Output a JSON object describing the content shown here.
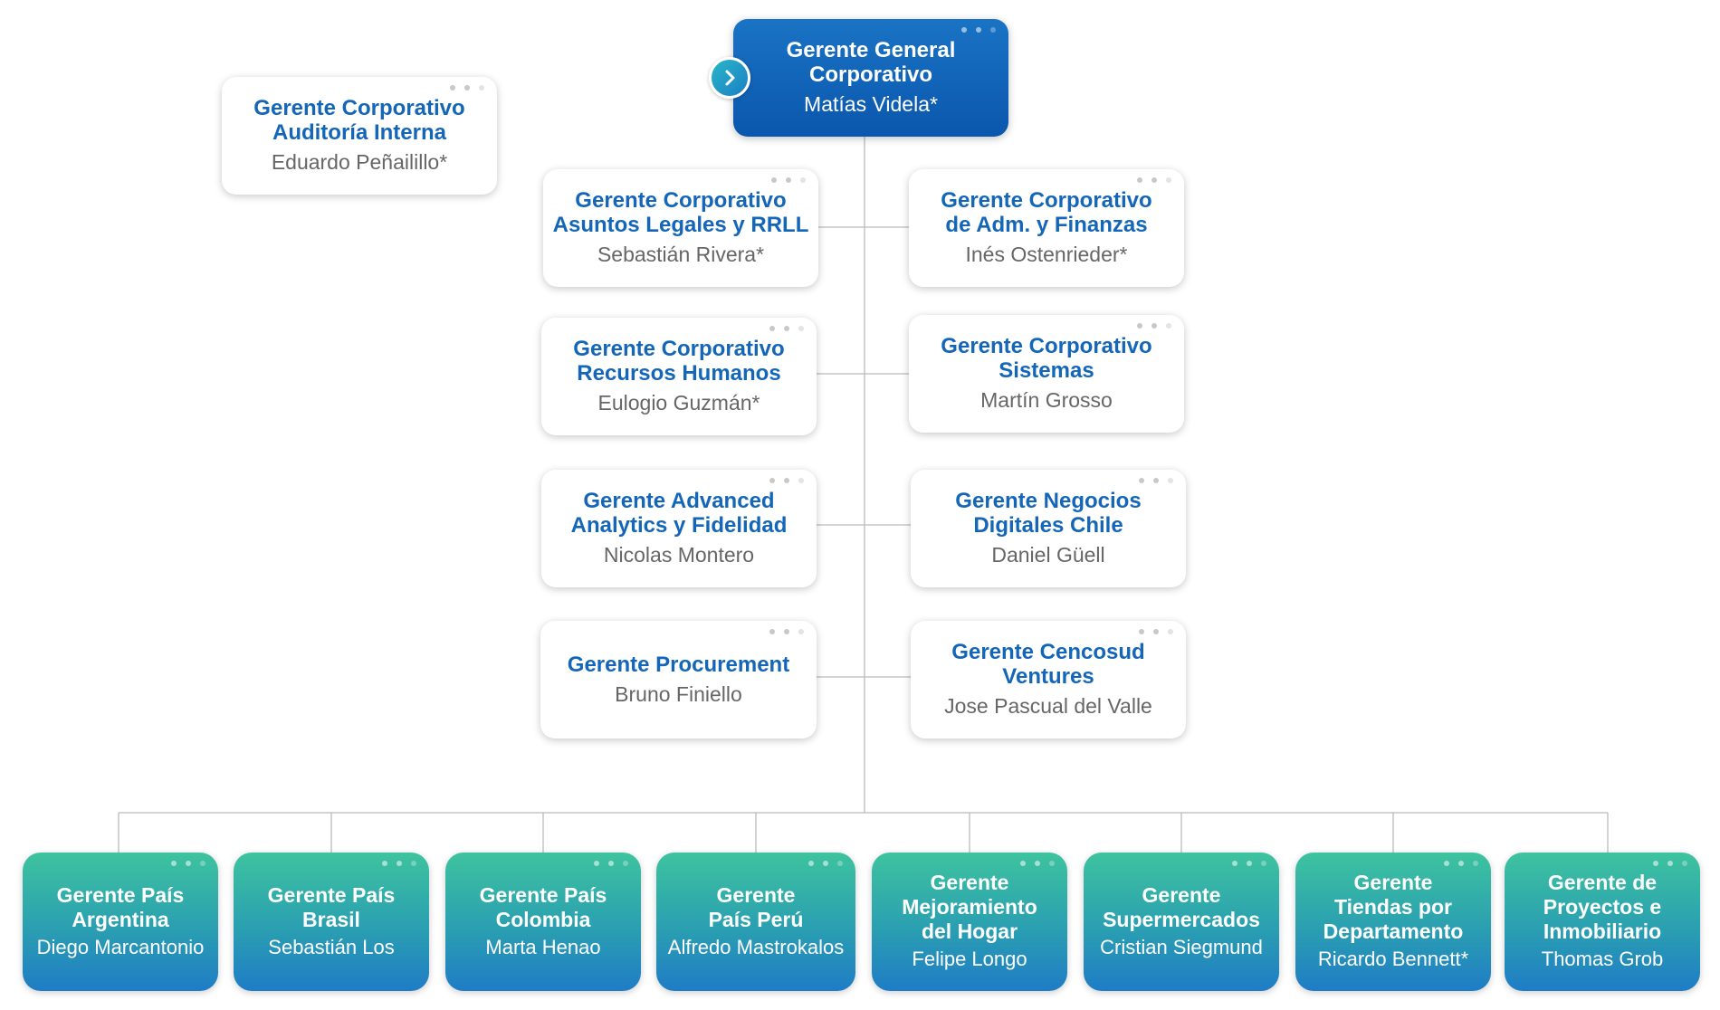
{
  "colors": {
    "title_blue": "#1466b8",
    "top_gradient": [
      "#1a73c4",
      "#0a57ad"
    ],
    "country_gradient": [
      "#3ec39f",
      "#2a9fb1",
      "#1f7cc6"
    ],
    "connector": "#bbbbbb"
  },
  "expand_icon": "chevron-right-icon",
  "top": {
    "title": "Gerente General\nCorporativo",
    "name": "Matías Videla*"
  },
  "audit": {
    "title": "Gerente Corporativo\nAuditoría Interna",
    "name": "Eduardo Peñailillo*"
  },
  "left_column": [
    {
      "title": "Gerente Corporativo\nAsuntos Legales y RRLL",
      "name": "Sebastián Rivera*"
    },
    {
      "title": "Gerente Corporativo\nRecursos Humanos",
      "name": "Eulogio Guzmán*"
    },
    {
      "title": "Gerente Advanced\nAnalytics y Fidelidad",
      "name": "Nicolas Montero"
    },
    {
      "title": "Gerente Procurement",
      "name": "Bruno Finiello"
    }
  ],
  "right_column": [
    {
      "title": "Gerente Corporativo\nde Adm. y Finanzas",
      "name": "Inés Ostenrieder*"
    },
    {
      "title": "Gerente Corporativo\nSistemas",
      "name": "Martín Grosso"
    },
    {
      "title": "Gerente Negocios\nDigitales Chile",
      "name": "Daniel Güell"
    },
    {
      "title": "Gerente Cencosud\nVentures",
      "name": "Jose Pascual del Valle"
    }
  ],
  "bottom_row": [
    {
      "title": "Gerente País\nArgentina",
      "name": "Diego Marcantonio"
    },
    {
      "title": "Gerente País\nBrasil",
      "name": "Sebastián Los"
    },
    {
      "title": "Gerente País\nColombia",
      "name": "Marta Henao"
    },
    {
      "title": "Gerente\nPaís Perú",
      "name": "Alfredo Mastrokalos"
    },
    {
      "title": "Gerente\nMejoramiento\ndel Hogar",
      "name": "Felipe Longo"
    },
    {
      "title": "Gerente\nSupermercados",
      "name": "Cristian Siegmund"
    },
    {
      "title": "Gerente\nTiendas por\nDepartamento",
      "name": "Ricardo Bennett*"
    },
    {
      "title": "Gerente de\nProyectos e\nInmobiliario",
      "name": "Thomas Grob"
    }
  ]
}
